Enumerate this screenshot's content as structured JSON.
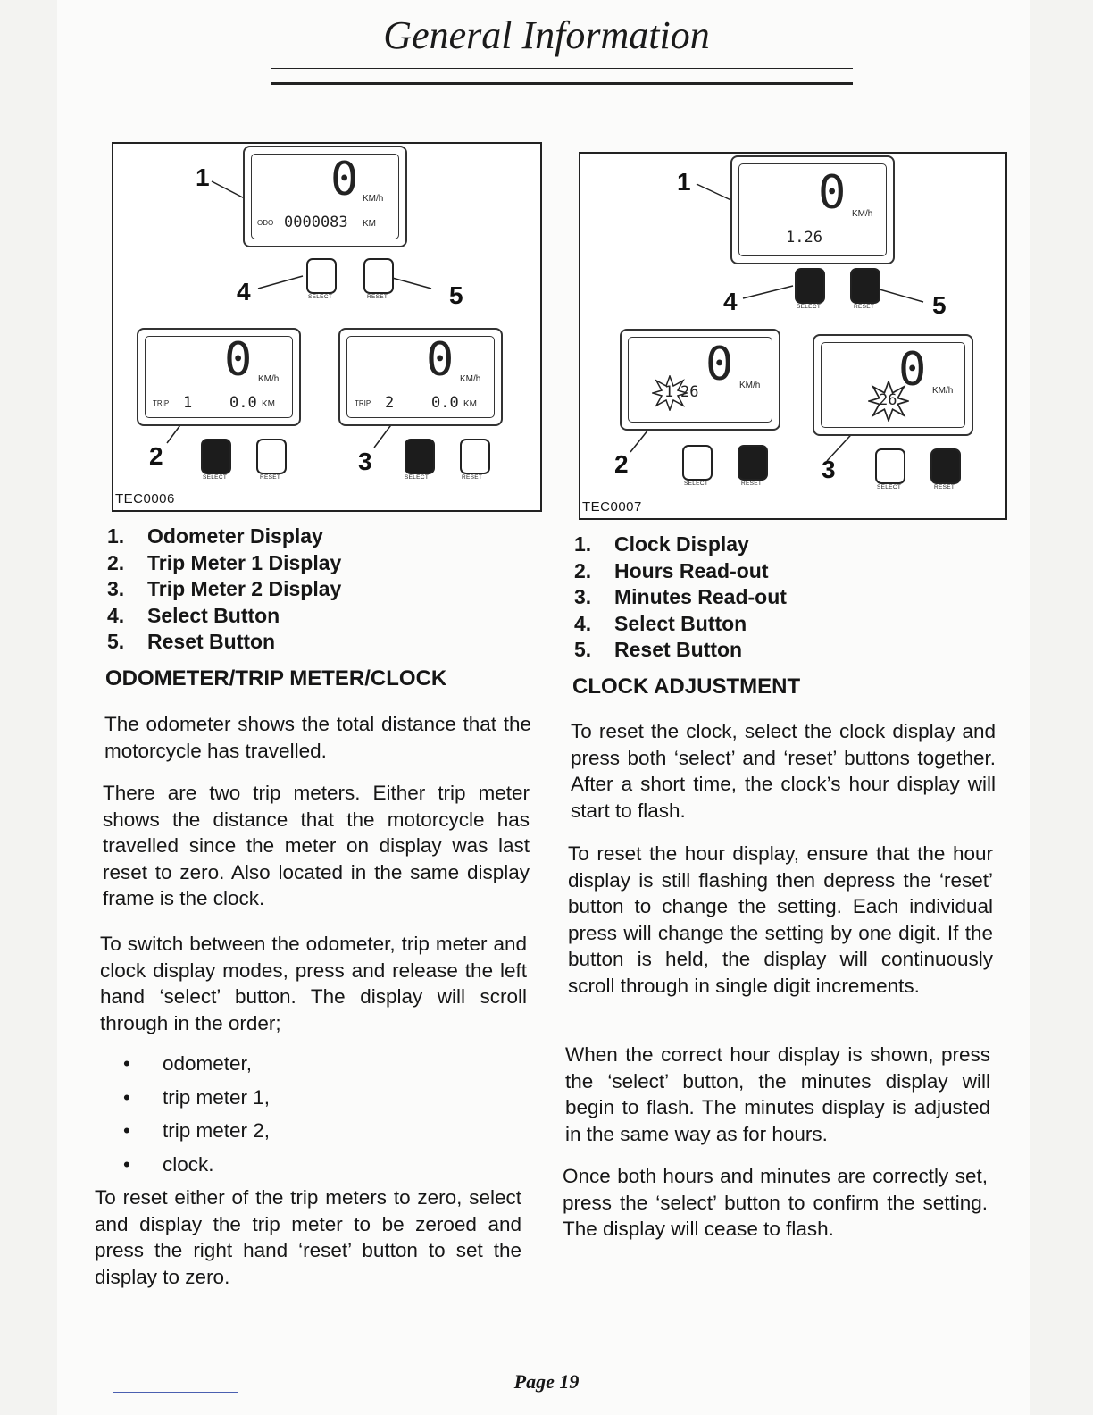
{
  "header": {
    "title": "General Information"
  },
  "figure_left": {
    "code": "TEC0006",
    "main_lcd": {
      "speed": "0",
      "unit": "KM/h",
      "mode": "ODO",
      "odometer": "0000083",
      "distance_unit": "KM"
    },
    "trip1_lcd": {
      "speed": "0",
      "unit": "KM/h",
      "mode": "TRIP",
      "trip_no": "1",
      "distance": "0.0",
      "distance_unit": "KM"
    },
    "trip2_lcd": {
      "speed": "0",
      "unit": "KM/h",
      "mode": "TRIP",
      "trip_no": "2",
      "distance": "0.0",
      "distance_unit": "KM"
    },
    "select_label": "SELECT",
    "reset_label": "RESET",
    "callouts": [
      "1",
      "2",
      "3",
      "4",
      "5"
    ]
  },
  "figure_right": {
    "code": "TEC0007",
    "main_lcd": {
      "speed": "0",
      "unit": "KM/h",
      "clock": "1.26"
    },
    "hours_lcd": {
      "speed": "0",
      "unit": "KM/h",
      "hours": "1",
      "rest": "26"
    },
    "minutes_lcd": {
      "speed": "0",
      "unit": "KM/h",
      "minutes": "26"
    },
    "select_label": "SELECT",
    "reset_label": "RESET",
    "callouts": [
      "1",
      "2",
      "3",
      "4",
      "5"
    ]
  },
  "left_column": {
    "legend": [
      {
        "num": "1.",
        "text": "Odometer Display"
      },
      {
        "num": "2.",
        "text": "Trip Meter 1 Display"
      },
      {
        "num": "3.",
        "text": "Trip Meter 2 Display"
      },
      {
        "num": "4.",
        "text": "Select Button"
      },
      {
        "num": "5.",
        "text": "Reset Button"
      }
    ],
    "heading": "ODOMETER/TRIP METER/CLOCK",
    "para1": "The odometer shows the total distance that the motorcycle has travelled.",
    "para2": "There are two trip meters. Either trip meter shows the distance that the motorcycle has travelled since the meter on display was last reset to zero. Also located in the same display frame is the clock.",
    "para3": "To switch between the odometer, trip meter and clock display modes, press and release the left hand ‘select’ button. The display will scroll through in the order;",
    "bullet_char": "•",
    "bullets": [
      "odometer,",
      "trip meter 1,",
      "trip meter 2,",
      "clock."
    ],
    "para4": "To reset either of the trip meters to zero, select and display the trip meter to be zeroed and press the right hand ‘reset’ button to set the display to zero."
  },
  "right_column": {
    "legend": [
      {
        "num": "1.",
        "text": "Clock Display"
      },
      {
        "num": "2.",
        "text": "Hours Read-out"
      },
      {
        "num": "3.",
        "text": "Minutes Read-out"
      },
      {
        "num": "4.",
        "text": "Select Button"
      },
      {
        "num": "5.",
        "text": "Reset Button"
      }
    ],
    "heading": "CLOCK ADJUSTMENT",
    "para1": "To reset the clock, select the clock display and press both ‘select’ and ‘reset’ buttons together. After a short time, the clock’s hour display will start to flash.",
    "para2": "To reset the hour display, ensure that the hour display is still flashing then depress the ‘reset’ button to change the setting. Each individual press will change the setting by one digit. If the button is held, the display will continuously scroll through in single digit increments.",
    "para3": "When the correct hour display is shown, press the ‘select’ button, the minutes display will begin to flash. The minutes display is adjusted in the same way as for hours.",
    "para4": "Once both hours and minutes are correctly set, press the ‘select’ button to confirm the setting. The display will cease to flash."
  },
  "footer": {
    "page": "Page 19"
  }
}
